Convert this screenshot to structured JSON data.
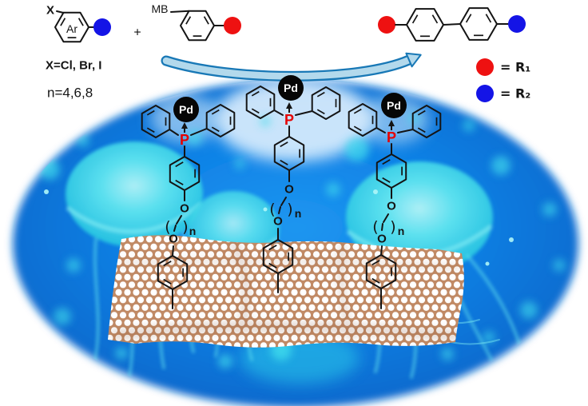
{
  "reaction_scheme": {
    "aryl_halide": {
      "halide_label": "X",
      "ring_label": "Ar"
    },
    "plus_sign": "+",
    "arylboron": {
      "boron_label": "MB"
    },
    "halide_options": "X=Cl, Br, I",
    "linker_options": "n=4,6,8"
  },
  "legend": {
    "r1_label": "= R₁",
    "r2_label": "= R₂"
  },
  "catalyst_labels": {
    "metal": "Pd",
    "phosphorus": "P",
    "oxygen": "O",
    "paren_open": "(",
    "paren_close": ")",
    "repeat_subscript": "n"
  },
  "colors": {
    "r1_red": "#ee1111",
    "r2_blue": "#1414e6",
    "phosphorus_red": "#e60000",
    "pd_black": "#060606",
    "ocean_blue": "#0d7ae0",
    "jellyfish_cyan": "#40dcec",
    "graphene_tan": "#c18a65",
    "arrow_fill": "#b3d9ec",
    "arrow_stroke": "#1878b6"
  }
}
